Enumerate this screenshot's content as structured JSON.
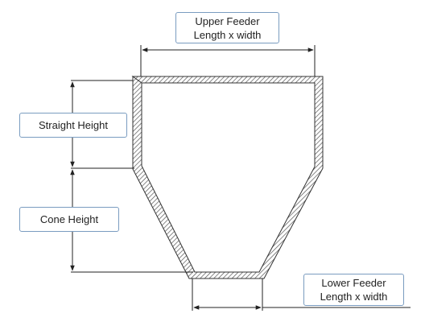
{
  "labels": {
    "upper_feeder": {
      "line1": "Upper Feeder",
      "line2": "Length x width"
    },
    "straight_height": "Straight Height",
    "cone_height": "Cone Height",
    "lower_feeder": {
      "line1": "Lower Feeder",
      "line2": "Length x width"
    }
  },
  "colors": {
    "outline": "#333333",
    "hatch": "#555555",
    "label_border": "#7a9cc0",
    "background": "#ffffff"
  }
}
